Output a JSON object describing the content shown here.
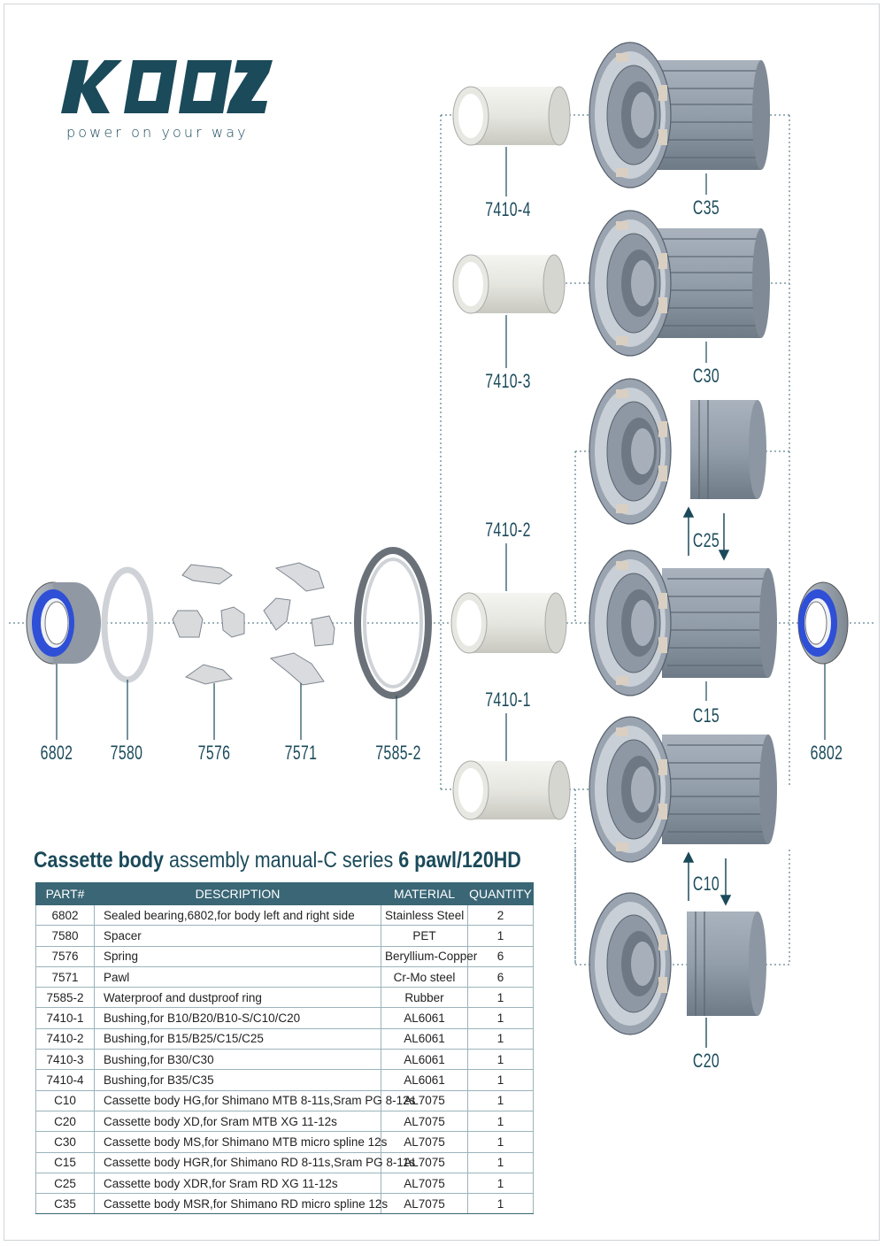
{
  "logo": {
    "brand": "KOOZER",
    "tagline": "power on your way"
  },
  "labels": {
    "bearing_left": "6802",
    "spacer": "7580",
    "spring": "7576",
    "pawl": "7571",
    "ring": "7585-2",
    "bearing_right": "6802",
    "bushing_4": "7410-4",
    "bushing_3": "7410-3",
    "bushing_2": "7410-2",
    "bushing_1": "7410-1",
    "c35": "C35",
    "c30": "C30",
    "c25": "C25",
    "c15": "C15",
    "c10": "C10",
    "c20": "C20"
  },
  "title": {
    "part1": "Cassette body",
    "part2": " assembly manual-C series ",
    "part3": "6 pawl/120HD"
  },
  "table": {
    "headers": {
      "part": "PART#",
      "description": "DESCRIPTION",
      "material": "MATERIAL",
      "quantity": "QUANTITY"
    },
    "rows": [
      [
        "6802",
        "Sealed bearing,6802,for body left and right side",
        "Stainless Steel",
        "2"
      ],
      [
        "7580",
        "Spacer",
        "PET",
        "1"
      ],
      [
        "7576",
        "Spring",
        "Beryllium-Copper",
        "6"
      ],
      [
        "7571",
        "Pawl",
        "Cr-Mo steel",
        "6"
      ],
      [
        "7585-2",
        "Waterproof and dustproof ring",
        "Rubber",
        "1"
      ],
      [
        "7410-1",
        "Bushing,for B10/B20/B10-S/C10/C20",
        "AL6061",
        "1"
      ],
      [
        "7410-2",
        "Bushing,for B15/B25/C15/C25",
        "AL6061",
        "1"
      ],
      [
        "7410-3",
        "Bushing,for B30/C30",
        "AL6061",
        "1"
      ],
      [
        "7410-4",
        "Bushing,for B35/C35",
        "AL6061",
        "1"
      ],
      [
        "C10",
        "Cassette body HG,for Shimano MTB 8-11s,Sram PG 8-12s",
        "AL7075",
        "1"
      ],
      [
        "C20",
        "Cassette body XD,for Sram MTB XG 11-12s",
        "AL7075",
        "1"
      ],
      [
        "C30",
        "Cassette body MS,for Shimano MTB micro spline 12s",
        "AL7075",
        "1"
      ],
      [
        "C15",
        "Cassette body HGR,for Shimano RD 8-11s,Sram PG 8-11s",
        "AL7075",
        "1"
      ],
      [
        "C25",
        "Cassette body XDR,for Sram RD XG 11-12s",
        "AL7075",
        "1"
      ],
      [
        "C35",
        "Cassette body MSR,for Shimano RD micro spline 12s",
        "AL7075",
        "1"
      ]
    ]
  },
  "colors": {
    "brand": "#1b4a5a",
    "table_header": "#3a6675",
    "bearing_seal": "#2f4fd6",
    "body_metal": "#8e98a5"
  }
}
